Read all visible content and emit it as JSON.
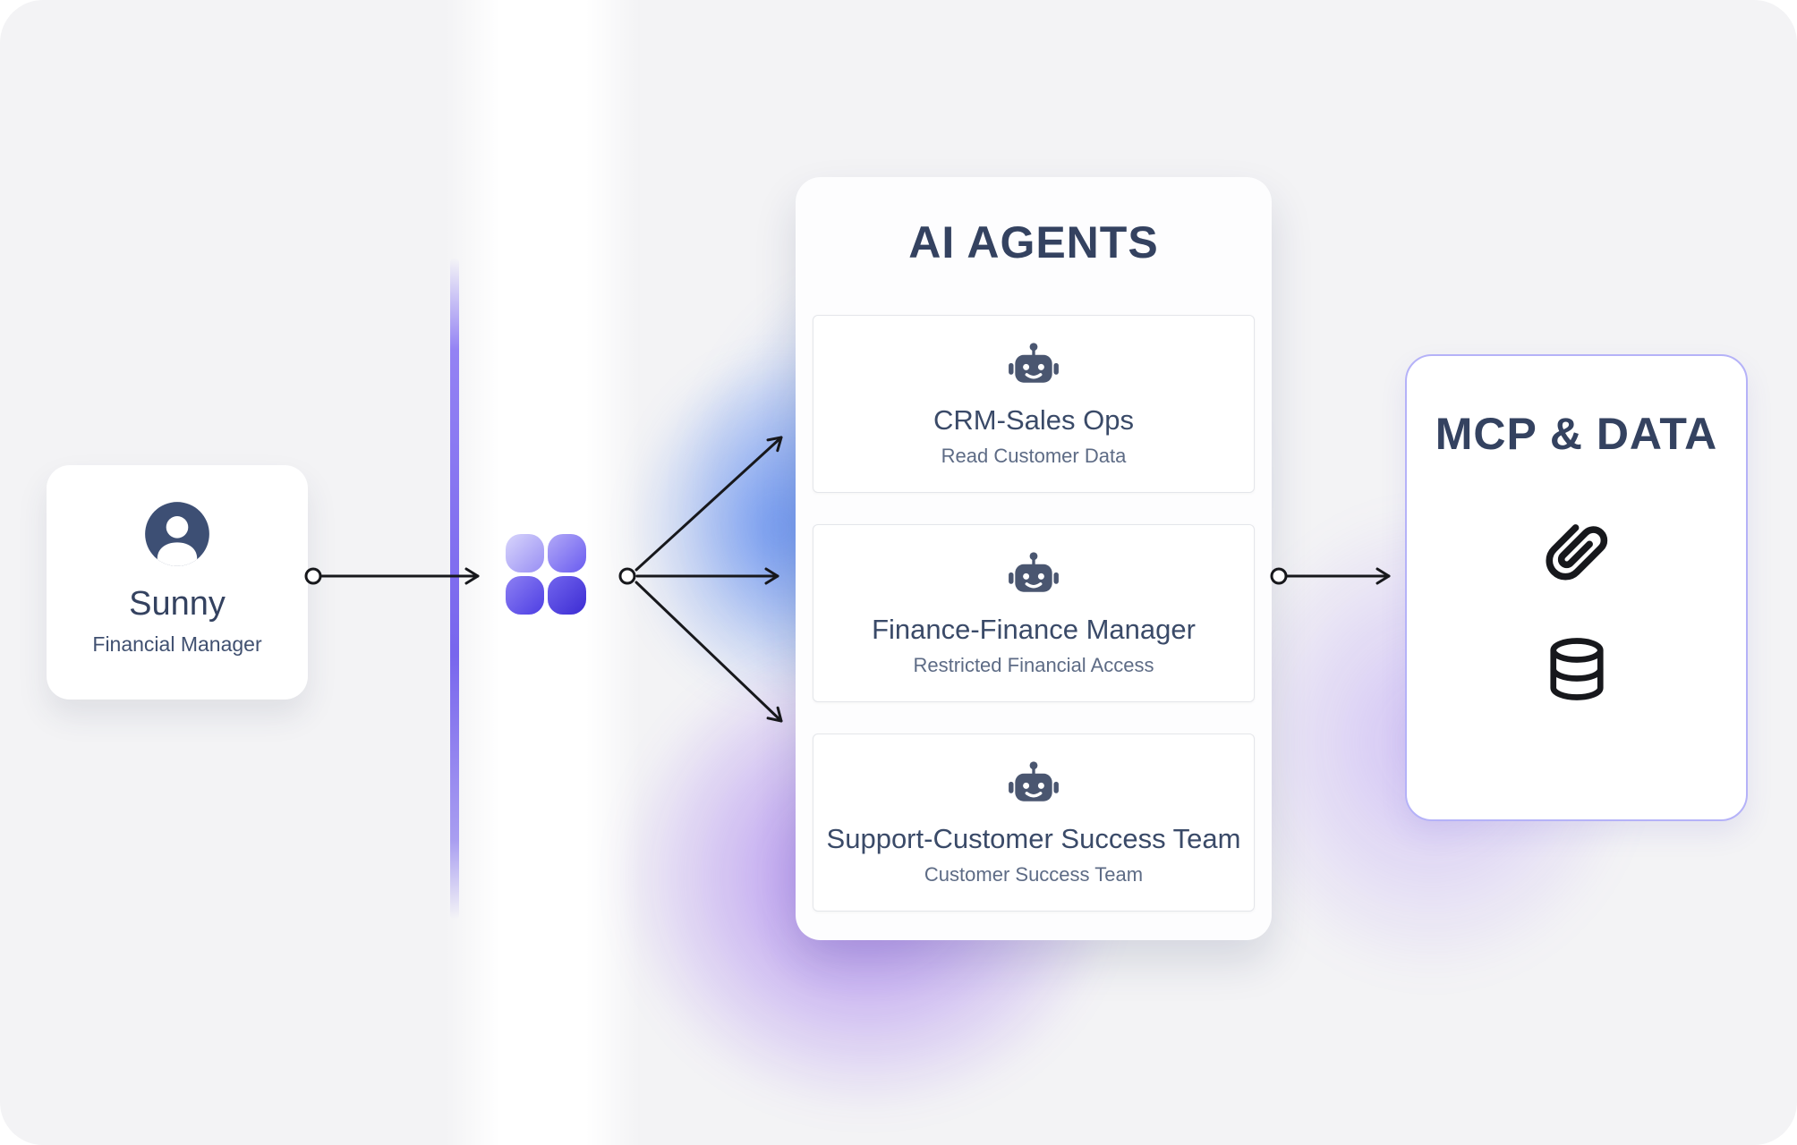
{
  "user_card": {
    "name": "Sunny",
    "role": "Financial Manager",
    "icon": "user-avatar-icon"
  },
  "gateway": {
    "icon": "four-petal-flower-logo"
  },
  "agents_panel": {
    "title": "AI AGENTS",
    "agents": [
      {
        "title": "CRM-Sales Ops",
        "subtitle": "Read Customer Data",
        "icon": "robot-icon"
      },
      {
        "title": "Finance-Finance Manager",
        "subtitle": "Restricted Financial Access",
        "icon": "robot-icon"
      },
      {
        "title": "Support-Customer Success Team",
        "subtitle": "Customer Success Team",
        "icon": "robot-icon"
      }
    ]
  },
  "mcp_panel": {
    "title": "MCP & DATA",
    "icons": [
      "paperclip-icon",
      "database-icon"
    ]
  },
  "colors": {
    "canvas_bg": "#f3f3f5",
    "text_navy": "#344260",
    "text_muted": "#5d6b85",
    "accent_indigo": "#6354e8",
    "glow_blue": "#316cf5",
    "glow_purple": "#702ceb",
    "mcp_border": "#b5b2f8",
    "arrow": "#17181c"
  }
}
